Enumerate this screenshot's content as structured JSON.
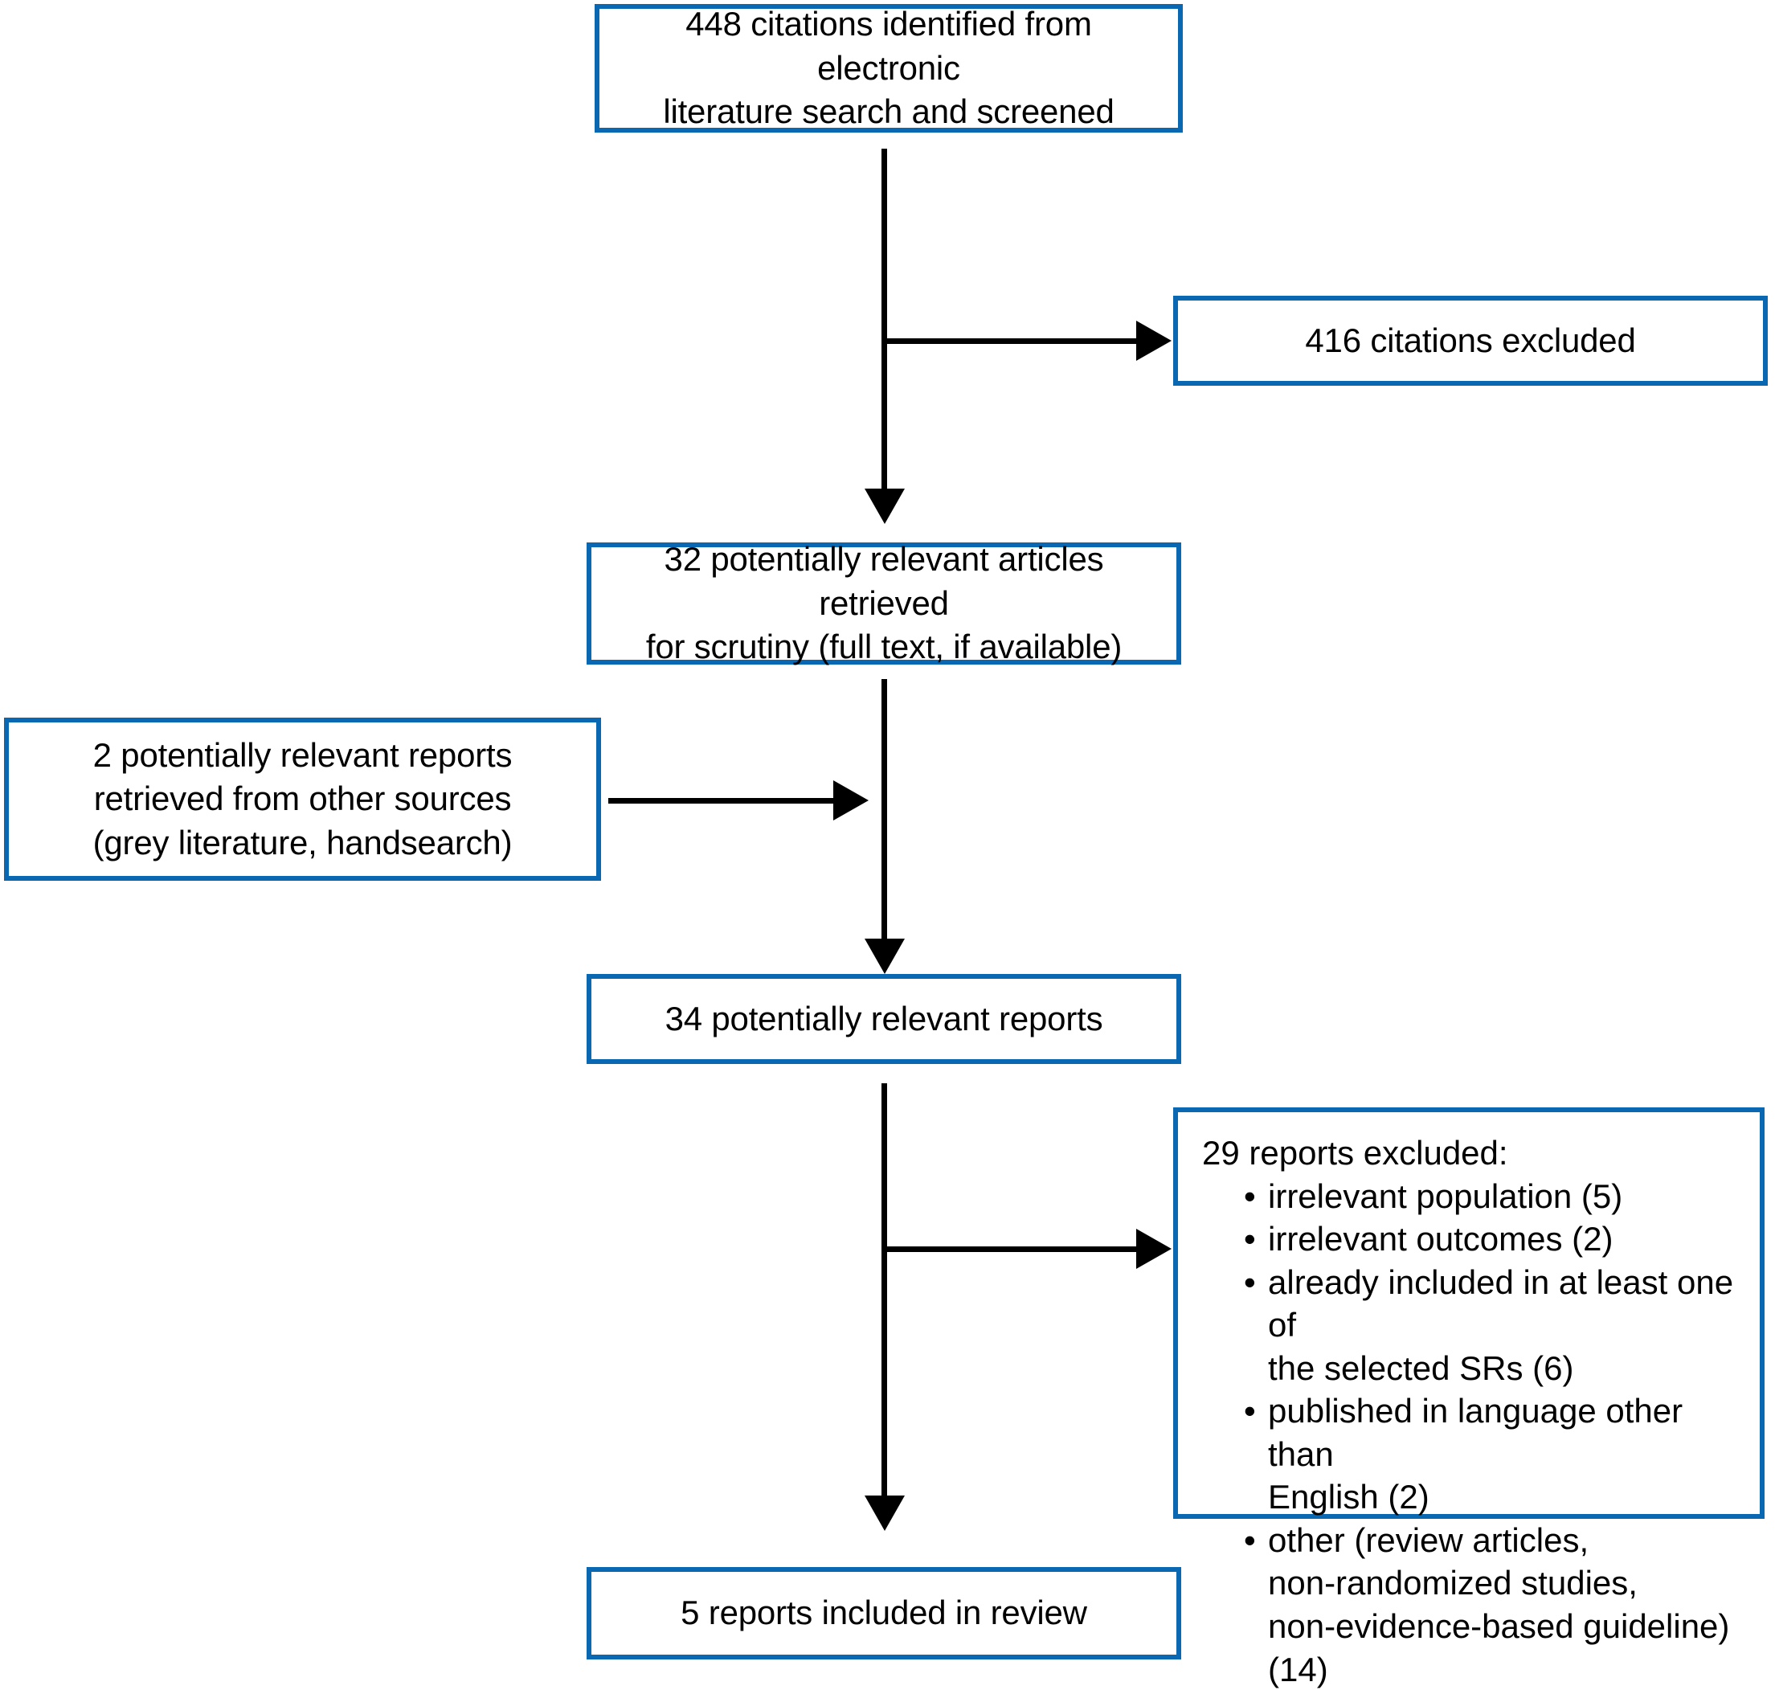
{
  "diagram": {
    "type": "prisma-flow-diagram",
    "accent_color": "#0a68b3",
    "line_color": "#000000",
    "background_color": "#ffffff",
    "nodes": {
      "identified": {
        "id": "identified",
        "text": "448 citations identified from electronic\nliterature search and screened",
        "count": 448
      },
      "citations_excluded": {
        "id": "citations-excluded",
        "text": "416 citations excluded",
        "count": 416
      },
      "retrieved_articles": {
        "id": "retrieved-articles",
        "text": "32 potentially relevant articles retrieved\nfor scrutiny (full text, if available)",
        "count": 32
      },
      "other_sources": {
        "id": "other-sources",
        "text": "2 potentially relevant reports\nretrieved from other sources\n(grey literature, handsearch)",
        "count": 2
      },
      "relevant_reports": {
        "id": "relevant-reports",
        "text": "34 potentially relevant reports",
        "count": 34
      },
      "reports_excluded": {
        "id": "reports-excluded",
        "heading": "29 reports excluded:",
        "count": 29,
        "reasons": [
          "irrelevant population (5)",
          "irrelevant outcomes (2)",
          "already included in at least one of\nthe selected SRs (6)",
          "published in language other than\nEnglish (2)",
          "other (review articles,\nnon-randomized studies,\nnon-evidence-based guideline) (14)"
        ]
      },
      "included": {
        "id": "included",
        "text": "5 reports included in review",
        "count": 5
      }
    },
    "connectors": [
      {
        "id": "identified-to-retrieved",
        "kind": "vertical-arrow-down"
      },
      {
        "id": "identified-to-citations-excluded",
        "kind": "horizontal-arrow-right"
      },
      {
        "id": "retrieved-to-relevant",
        "kind": "vertical-arrow-down"
      },
      {
        "id": "other-sources-to-spine",
        "kind": "horizontal-arrow-right"
      },
      {
        "id": "relevant-to-included",
        "kind": "vertical-arrow-down"
      },
      {
        "id": "relevant-to-reports-excluded",
        "kind": "horizontal-arrow-right"
      }
    ]
  }
}
